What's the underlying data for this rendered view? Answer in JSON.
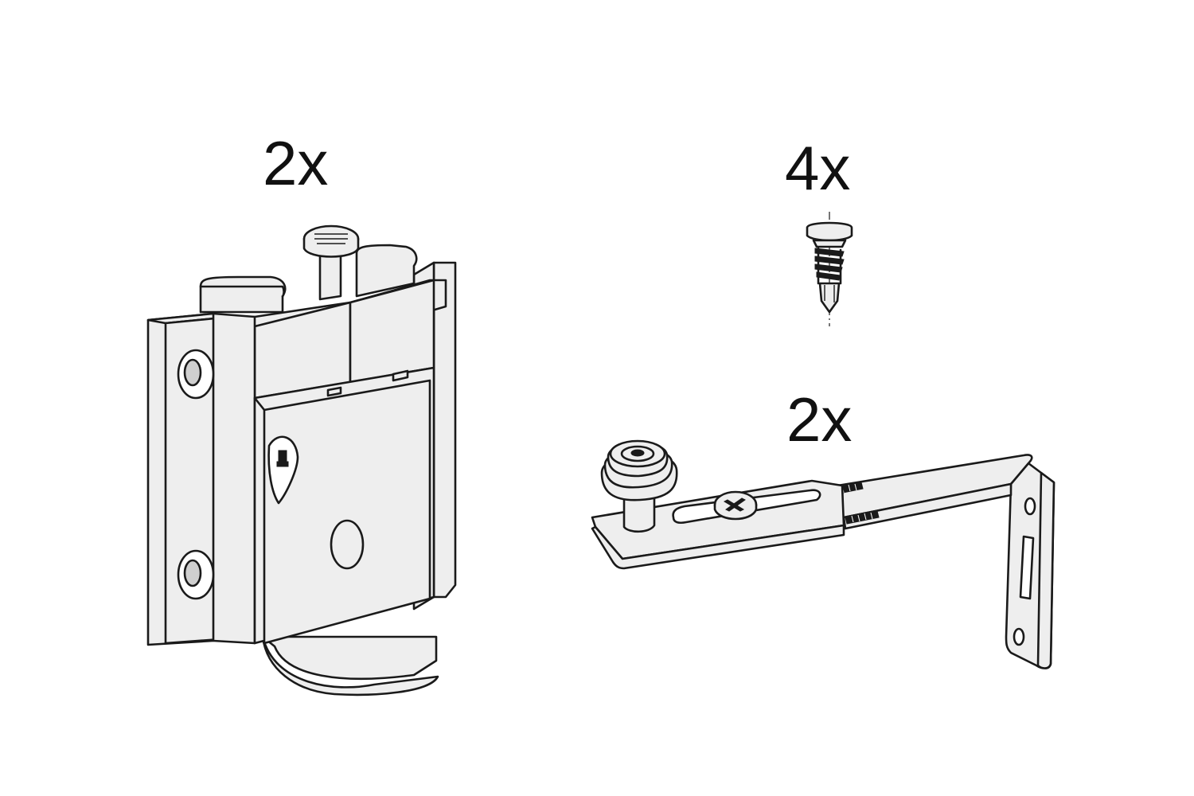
{
  "quantities": {
    "roller_carriage": "2x",
    "screw": "4x",
    "guide_bracket": "2x"
  },
  "icons": {
    "roller_carriage": "roller-carriage-icon",
    "screw": "self-drilling-screw-icon",
    "guide_bracket": "floor-guide-bracket-icon"
  },
  "colors": {
    "line": "#1a1a1a",
    "fill": "#eeeeee",
    "background": "#ffffff"
  }
}
